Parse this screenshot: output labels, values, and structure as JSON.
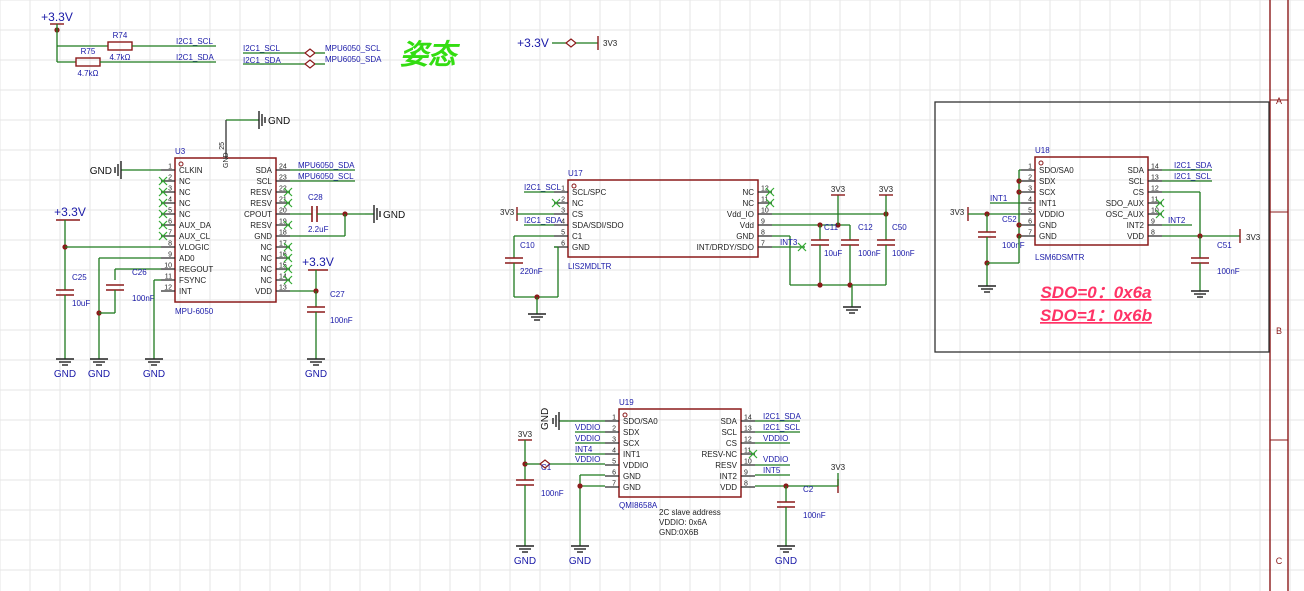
{
  "colors": {
    "wire": "#1e7a1e",
    "body": "#8b1a1a",
    "label": "#1a1aa8",
    "pin": "#222222",
    "accent": "#ff3366",
    "title": "#33dd11",
    "nc": "#33aa33",
    "grid": "#e6e6e6"
  },
  "title": "姿态",
  "top": {
    "pwr": "+3.3V",
    "r74": {
      "ref": "R74",
      "val": "4.7kΩ"
    },
    "r75": {
      "ref": "R75",
      "val": "4.7kΩ"
    },
    "n_scl": "I2C1_SCL",
    "n_sda": "I2C1_SDA",
    "p_scl": "MPU6050_SCL",
    "p_sda": "MPU6050_SDA",
    "pwr2": "+3.3V",
    "v3": "3V3"
  },
  "u3": {
    "ref": "U3",
    "name": "MPU-6050",
    "gnd_pin": "25",
    "gnd": "GND",
    "left": [
      [
        "1",
        "CLKIN"
      ],
      [
        "2",
        "NC"
      ],
      [
        "3",
        "NC"
      ],
      [
        "4",
        "NC"
      ],
      [
        "5",
        "NC"
      ],
      [
        "6",
        "AUX_DA"
      ],
      [
        "7",
        "AUX_CL"
      ],
      [
        "8",
        "VLOGIC"
      ],
      [
        "9",
        "AD0"
      ],
      [
        "10",
        "REGOUT"
      ],
      [
        "11",
        "FSYNC"
      ],
      [
        "12",
        "INT"
      ]
    ],
    "right": [
      [
        "24",
        "SDA"
      ],
      [
        "23",
        "SCL"
      ],
      [
        "22",
        "RESV"
      ],
      [
        "21",
        "RESV"
      ],
      [
        "20",
        "CPOUT"
      ],
      [
        "19",
        "RESV"
      ],
      [
        "18",
        "GND"
      ],
      [
        "17",
        "NC"
      ],
      [
        "16",
        "NC"
      ],
      [
        "15",
        "NC"
      ],
      [
        "14",
        "NC"
      ],
      [
        "13",
        "VDD"
      ]
    ],
    "n_sda": "MPU6050_SDA",
    "n_scl": "MPU6050_SCL",
    "c28": {
      "ref": "C28",
      "val": "2.2uF"
    },
    "c25": {
      "ref": "C25",
      "val": "10uF"
    },
    "c26": {
      "ref": "C26",
      "val": "100nF"
    },
    "c27": {
      "ref": "C27",
      "val": "100nF"
    },
    "pwr": "+3.3V"
  },
  "u17": {
    "ref": "U17",
    "name": "LIS2MDLTR",
    "left": [
      [
        "1",
        "SCL/SPC"
      ],
      [
        "2",
        "NC"
      ],
      [
        "3",
        "CS"
      ],
      [
        "4",
        "SDA/SDI/SDO"
      ],
      [
        "5",
        "C1"
      ],
      [
        "6",
        "GND"
      ]
    ],
    "right": [
      [
        "12",
        "NC"
      ],
      [
        "11",
        "NC"
      ],
      [
        "10",
        "Vdd_IO"
      ],
      [
        "9",
        "Vdd"
      ],
      [
        "8",
        "GND"
      ],
      [
        "7",
        "INT/DRDY/SDO"
      ]
    ],
    "n_scl": "I2C1_SCL",
    "n_sda": "I2C1_SDA",
    "v3": "3V3",
    "int": "INT3",
    "c10": {
      "ref": "C10",
      "val": "220nF"
    },
    "c11": {
      "ref": "C11",
      "val": "10uF"
    },
    "c12": {
      "ref": "C12",
      "val": "100nF"
    },
    "c50": {
      "ref": "C50",
      "val": "100nF"
    }
  },
  "u18": {
    "ref": "U18",
    "name": "LSM6DSMTR",
    "left": [
      [
        "1",
        "SDO/SA0"
      ],
      [
        "2",
        "SDX"
      ],
      [
        "3",
        "SCX"
      ],
      [
        "4",
        "INT1"
      ],
      [
        "5",
        "VDDIO"
      ],
      [
        "6",
        "GND"
      ],
      [
        "7",
        "GND"
      ]
    ],
    "right": [
      [
        "14",
        "SDA"
      ],
      [
        "13",
        "SCL"
      ],
      [
        "12",
        "CS"
      ],
      [
        "11",
        "SDO_AUX"
      ],
      [
        "10",
        "OSC_AUX"
      ],
      [
        "9",
        "INT2"
      ],
      [
        "8",
        "VDD"
      ]
    ],
    "n_sda": "I2C1_SDA",
    "n_scl": "I2C1_SCL",
    "int1": "INT1",
    "int2": "INT2",
    "v3": "3V3",
    "c52": {
      "ref": "C52",
      "val": "100nF"
    },
    "c51": {
      "ref": "C51",
      "val": "100nF"
    },
    "note1": "SDO=0：0x6a",
    "note2": "SDO=1：0x6b"
  },
  "u19": {
    "ref": "U19",
    "name": "QMI8658A",
    "left": [
      [
        "1",
        "SDO/SA0"
      ],
      [
        "2",
        "SDX"
      ],
      [
        "3",
        "SCX"
      ],
      [
        "4",
        "INT1"
      ],
      [
        "5",
        "VDDIO"
      ],
      [
        "6",
        "GND"
      ],
      [
        "7",
        "GND"
      ]
    ],
    "right": [
      [
        "14",
        "SDA"
      ],
      [
        "13",
        "SCL"
      ],
      [
        "12",
        "CS"
      ],
      [
        "11",
        "RESV-NC"
      ],
      [
        "10",
        "RESV"
      ],
      [
        "9",
        "INT2"
      ],
      [
        "8",
        "VDD"
      ]
    ],
    "n_sda": "I2C1_SDA",
    "n_scl": "I2C1_SCL",
    "vddio": "VDDIO",
    "int4": "INT4",
    "int5": "INT5",
    "v3": "3V3",
    "gnd": "GND",
    "c1": {
      "ref": "C1",
      "val": "100nF"
    },
    "c2": {
      "ref": "C2",
      "val": "100nF"
    },
    "note": [
      "2C slave address",
      "VDDIO: 0x6A",
      "GND:0X6B"
    ]
  },
  "border": {
    "a": "A",
    "b": "B",
    "c": "C"
  }
}
